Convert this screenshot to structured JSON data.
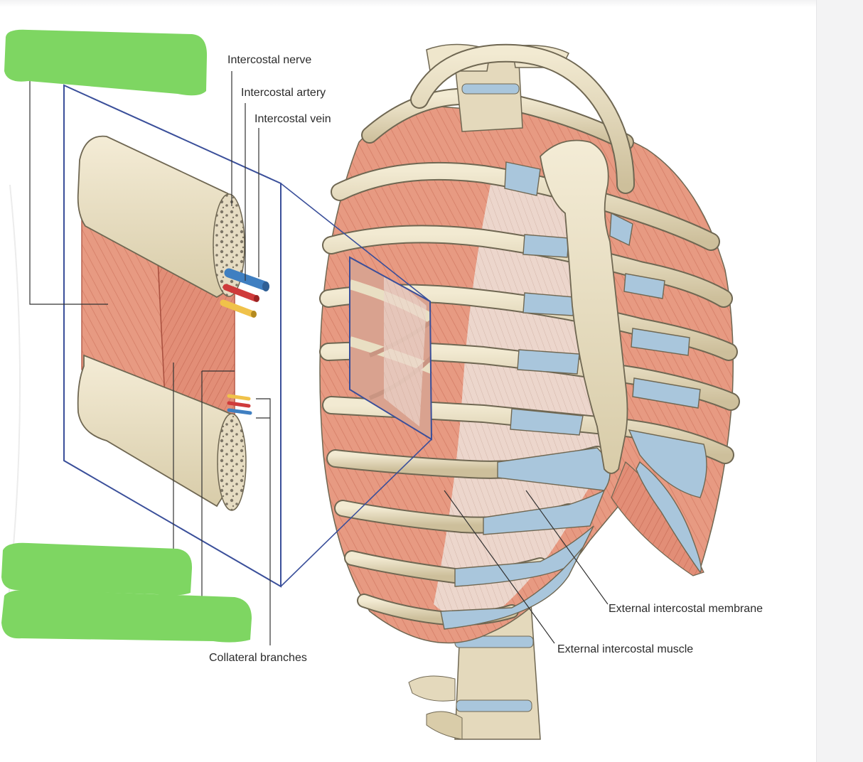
{
  "labels": {
    "intercostal_nerve": "Intercostal nerve",
    "intercostal_artery": "Intercostal artery",
    "intercostal_vein": "Intercostal vein",
    "collateral_branches": "Collateral branches",
    "external_intercostal_membrane": "External intercostal membrane",
    "external_intercostal_muscle": "External intercostal muscle"
  },
  "colors": {
    "bone": "#e9dfc3",
    "bone_shadow": "#c9bc98",
    "muscle": "#e79a82",
    "muscle_dark": "#c8614d",
    "cartilage": "#a9c6dc",
    "membrane": "#e8d2c8",
    "nerve": "#f0c24a",
    "artery": "#cf3b3b",
    "vein": "#3f7fc1",
    "frame": "#3a4f9a",
    "redaction": "#7ed662"
  },
  "icons": {
    "inset": "intercostal-space-inset",
    "thorax": "thoracic-cage-illustration"
  }
}
